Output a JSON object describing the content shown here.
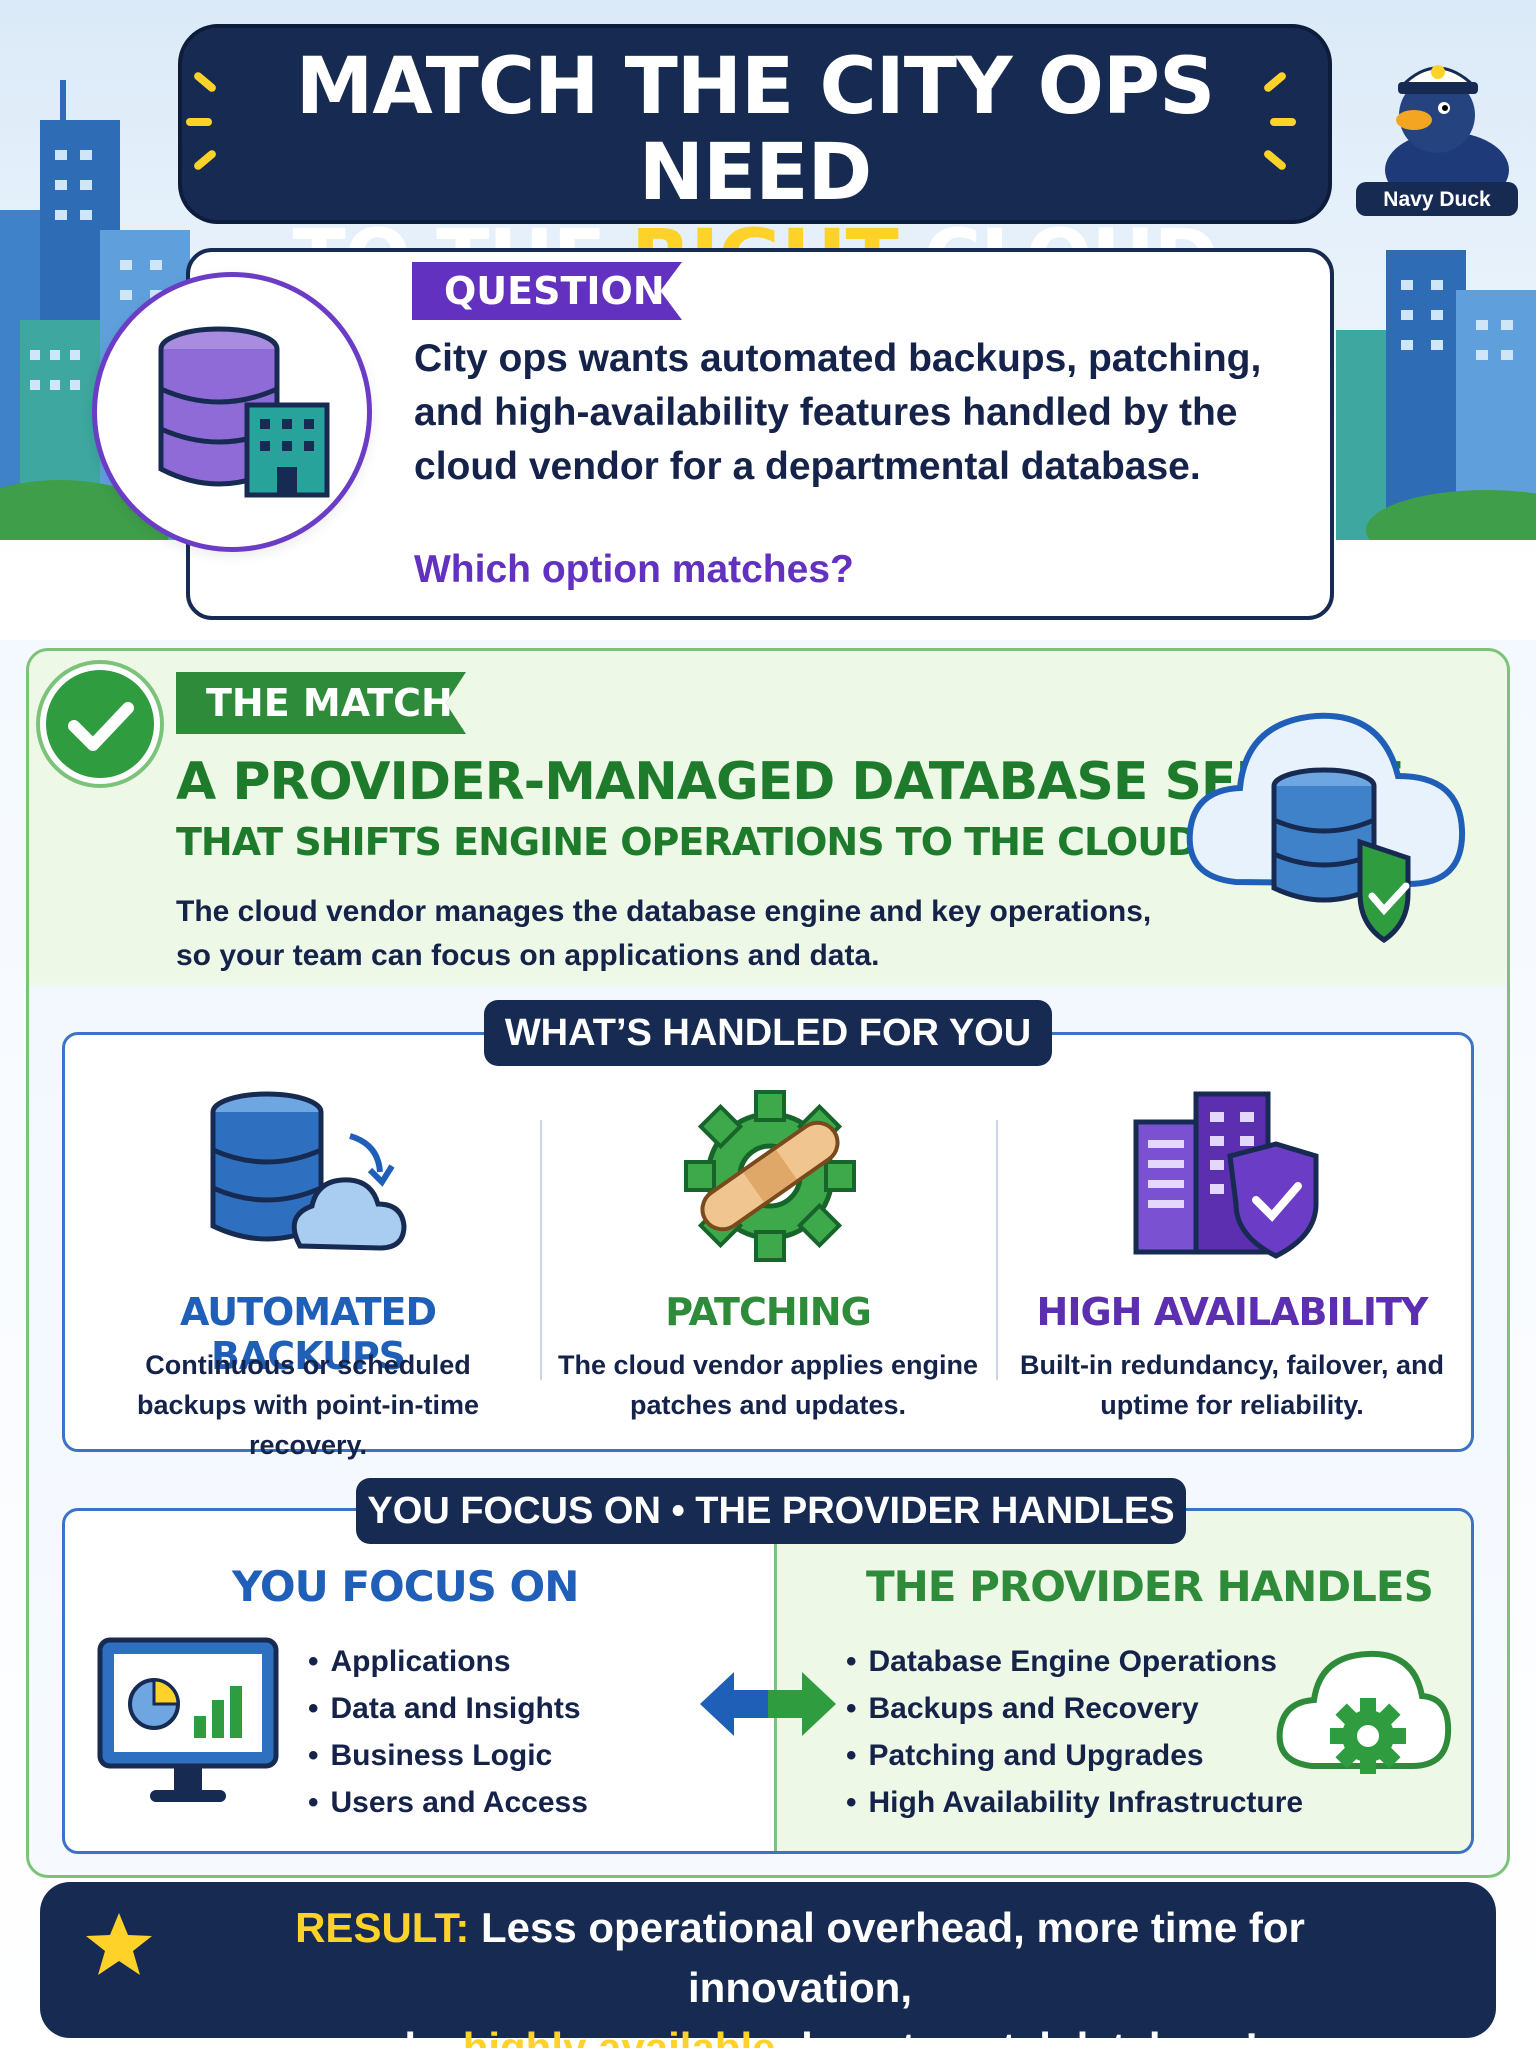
{
  "title": {
    "line1": "MATCH THE CITY OPS NEED",
    "line2_pre": "TO THE ",
    "line2_highlight": "RIGHT",
    "line2_post": " CLOUD SOLUTION!"
  },
  "mascot": {
    "label": "Navy Duck",
    "icon": "duck-captain-icon"
  },
  "question": {
    "tag": "QUESTION",
    "text": "City ops wants automated backups, patching, and high-availability features handled by the cloud vendor for a departmental database.",
    "prompt": "Which option matches?",
    "icon": "database-building-icon"
  },
  "match": {
    "tag": "THE MATCH",
    "heading": "A PROVIDER-MANAGED DATABASE SERVICE",
    "subheading": "THAT SHIFTS ENGINE OPERATIONS TO THE CLOUD PROVIDER",
    "description": "The cloud vendor manages the database engine and key operations, so your team can focus on applications and data.",
    "icon": "cloud-database-shield-icon"
  },
  "handled": {
    "label": "WHAT’S HANDLED FOR YOU",
    "features": [
      {
        "title": "AUTOMATED BACKUPS",
        "description": "Continuous or scheduled backups with point-in-time recovery.",
        "icon": "database-cloud-backup-icon",
        "color": "#1f5fb8"
      },
      {
        "title": "PATCHING",
        "description": "The cloud vendor applies engine patches and updates.",
        "icon": "gear-bandage-icon",
        "color": "#2e8b3a"
      },
      {
        "title": "HIGH AVAILABILITY",
        "description": "Built-in redundancy, failover, and uptime for reliability.",
        "icon": "buildings-shield-icon",
        "color": "#5b2fb0"
      }
    ]
  },
  "split": {
    "label": "YOU FOCUS ON • THE PROVIDER HANDLES",
    "you": {
      "heading": "YOU FOCUS ON",
      "items": [
        "Applications",
        "Data and Insights",
        "Business Logic",
        "Users and Access"
      ]
    },
    "provider": {
      "heading": "THE PROVIDER HANDLES",
      "items": [
        "Database Engine Operations",
        "Backups and Recovery",
        "Patching and Upgrades",
        "High Availability Infrastructure"
      ]
    }
  },
  "result": {
    "label": "RESULT:",
    "line1": " Less operational overhead, more time for innovation,",
    "line2_pre": "and a ",
    "line2_highlight": "highly available",
    "line2_post": " departmental database!"
  },
  "colors": {
    "navy": "#172a52",
    "yellow": "#ffd22a",
    "purple": "#6331c0",
    "green": "#2e8b3a",
    "blue": "#1f5fb8"
  }
}
